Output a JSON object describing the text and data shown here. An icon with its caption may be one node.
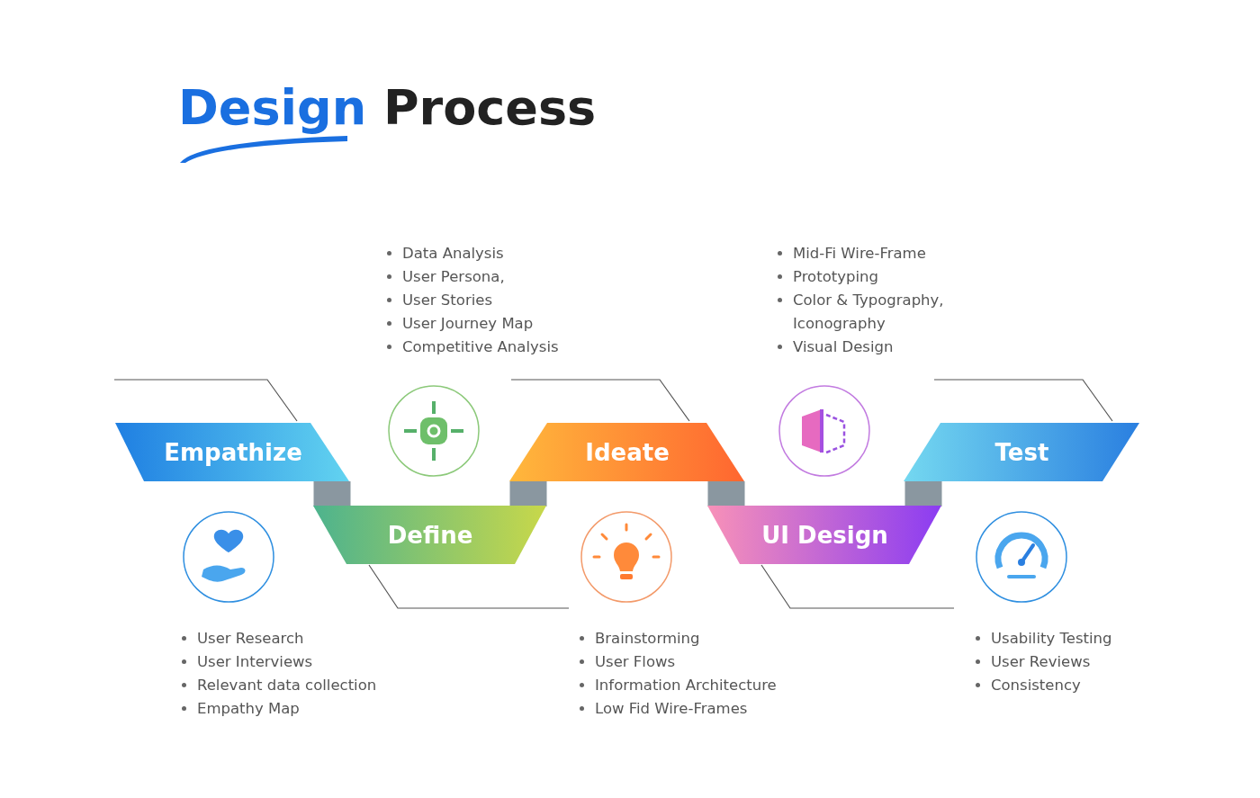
{
  "diagram": {
    "title": "Design Process",
    "nodes": [
      {
        "text": [
          "Empathize"
        ],
        "beside": [
          "User Research",
          "User Interviews",
          "Relevant data collection",
          "Empathy Map"
        ]
      },
      {
        "text": [
          "Define"
        ],
        "beside": [
          "Data Analysis",
          "User Persona,",
          "User Stories",
          "User Journey Map",
          "Competitive Analysis"
        ]
      },
      {
        "text": [
          "Ideate"
        ],
        "beside": [
          "Brainstorming",
          "User Flows",
          "Information Architecture",
          "Low Fid Wire-Frames"
        ]
      },
      {
        "text": [
          "UI Design"
        ],
        "beside": [
          "Mid-Fi Wire-Frame",
          "Prototyping",
          "Color & Typography, Iconography",
          "Visual Design"
        ]
      },
      {
        "text": [
          "Test"
        ],
        "beside": [
          "Usability Testing",
          "User Reviews",
          "Consistency"
        ]
      }
    ],
    "edges": [
      {
        "from": 0,
        "to": 1,
        "arrow": "none"
      },
      {
        "from": 1,
        "to": 2,
        "arrow": "none"
      },
      {
        "from": 2,
        "to": 3,
        "arrow": "none"
      },
      {
        "from": 3,
        "to": 4,
        "arrow": "none"
      }
    ]
  }
}
